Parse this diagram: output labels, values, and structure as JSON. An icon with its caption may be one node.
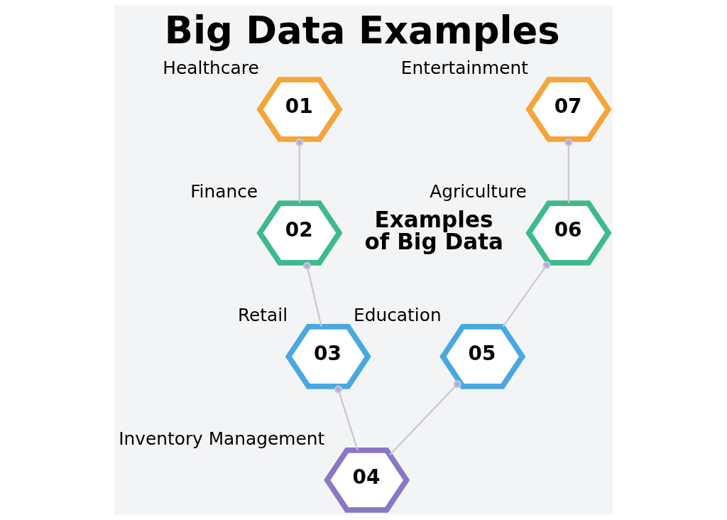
{
  "diagram": {
    "title": "Big Data Examples",
    "nodes": [
      {
        "text": [
          "01"
        ],
        "beside": [
          "Healthcare"
        ]
      },
      {
        "text": [
          "02"
        ],
        "beside": [
          "Finance"
        ]
      },
      {
        "text": [
          "03"
        ],
        "beside": [
          "Retail"
        ]
      },
      {
        "text": [
          "04"
        ],
        "beside": [
          "Inventory Management"
        ]
      },
      {
        "text": [
          "05"
        ],
        "beside": [
          "Education"
        ]
      },
      {
        "text": [
          "06"
        ],
        "beside": [
          "Agriculture"
        ]
      },
      {
        "text": [
          "07"
        ],
        "beside": [
          "Entertainment"
        ]
      }
    ],
    "edges": [
      {
        "from": 0,
        "to": 1,
        "arrow": "other"
      },
      {
        "from": 1,
        "to": 2,
        "arrow": "other"
      },
      {
        "from": 2,
        "to": 3,
        "arrow": "other"
      },
      {
        "from": 6,
        "to": 5,
        "arrow": "other"
      },
      {
        "from": 5,
        "to": 4,
        "arrow": "other"
      },
      {
        "from": 4,
        "to": 3,
        "arrow": "other"
      }
    ],
    "labels": [
      "Examples of Big Data"
    ]
  }
}
